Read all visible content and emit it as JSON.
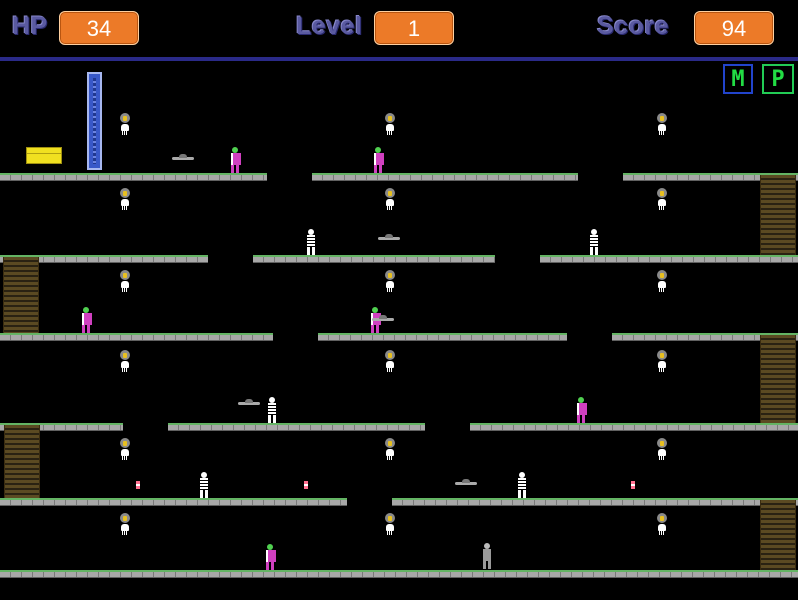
{
  "hud": {
    "hp_label": "HP",
    "hp_value": "34",
    "level_label": "Level",
    "level_value": "1",
    "score_label": "Score",
    "score_value": "94"
  },
  "controls": {
    "menu_button": "M",
    "pause_button": "P"
  },
  "colors": {
    "hud_box": "#ec7a28",
    "hud_label": "#5a5aa0",
    "floor": "#a8a8a8",
    "floor_edge": "#64b464",
    "ladder": "#5b4a22",
    "door": "#3858c8",
    "chest": "#f0e020",
    "enemy_pink": "#d040c0",
    "button_text": "#22dd44"
  },
  "icons": {
    "lamp": "skull-lamp-icon",
    "door": "exit-door-icon",
    "chest": "treasure-chest-icon",
    "enemy": "enemy-sprite-icon",
    "bird": "bird-enemy-icon",
    "gem": "gem-icon",
    "player": "player-sprite-icon"
  }
}
